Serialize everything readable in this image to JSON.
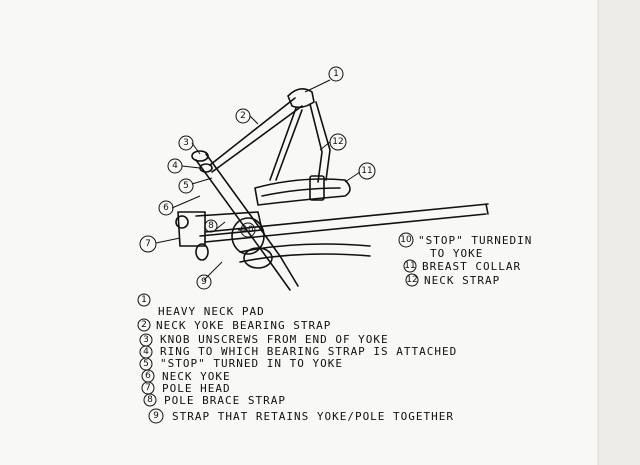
{
  "callouts": [
    "1",
    "2",
    "3",
    "4",
    "5",
    "6",
    "7",
    "8",
    "9",
    "10",
    "11",
    "12"
  ],
  "legend_left": [
    {
      "n": "1",
      "text": "HEAVY NECK PAD"
    },
    {
      "n": "2",
      "text": "NECK YOKE BEARING STRAP"
    },
    {
      "n": "3",
      "text": "KNOB UNSCREWS FROM END OF YOKE"
    },
    {
      "n": "4",
      "text": "RING TO WHICH BEARING STRAP IS ATTACHED"
    },
    {
      "n": "5",
      "text": "\"STOP\" TURNED IN TO YOKE"
    },
    {
      "n": "6",
      "text": "NECK YOKE"
    },
    {
      "n": "7",
      "text": "POLE HEAD"
    },
    {
      "n": "8",
      "text": "POLE BRACE STRAP"
    },
    {
      "n": "9",
      "text": "STRAP THAT RETAINS YOKE/POLE TOGETHER"
    }
  ],
  "legend_right": [
    {
      "n": "10",
      "text": "\"STOP\" TURNEDIN"
    },
    {
      "n": "",
      "text": "TO YOKE"
    },
    {
      "n": "11",
      "text": "BREAST COLLAR"
    },
    {
      "n": "12",
      "text": "NECK STRAP"
    }
  ],
  "colors": {
    "ink": "#111111",
    "paper": "#f8f8f6",
    "edge": "#e2e2df"
  }
}
